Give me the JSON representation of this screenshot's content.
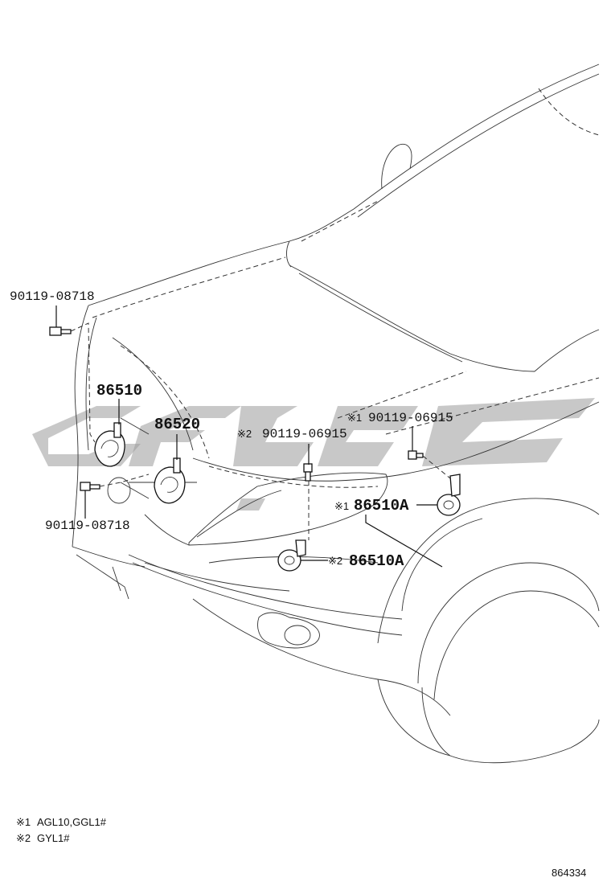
{
  "labels": {
    "bolt_upper_left": "90119-08718",
    "bolt_lower_left": "90119-08718",
    "horn_86510": "86510",
    "horn_86520": "86520",
    "bolt_mid_mark": "※2",
    "bolt_mid": "90119-06915",
    "bolt_right_mark": "※1",
    "bolt_right": "90119-06915",
    "horn_a_right_mark": "※1",
    "horn_a_right": "86510A",
    "horn_a_low_mark": "※2",
    "horn_a_low": "86510A"
  },
  "notes": [
    {
      "mark": "※1",
      "text": "AGL10,GGL1#"
    },
    {
      "mark": "※2",
      "text": "GYL1#"
    }
  ],
  "diagram_id": "864334"
}
